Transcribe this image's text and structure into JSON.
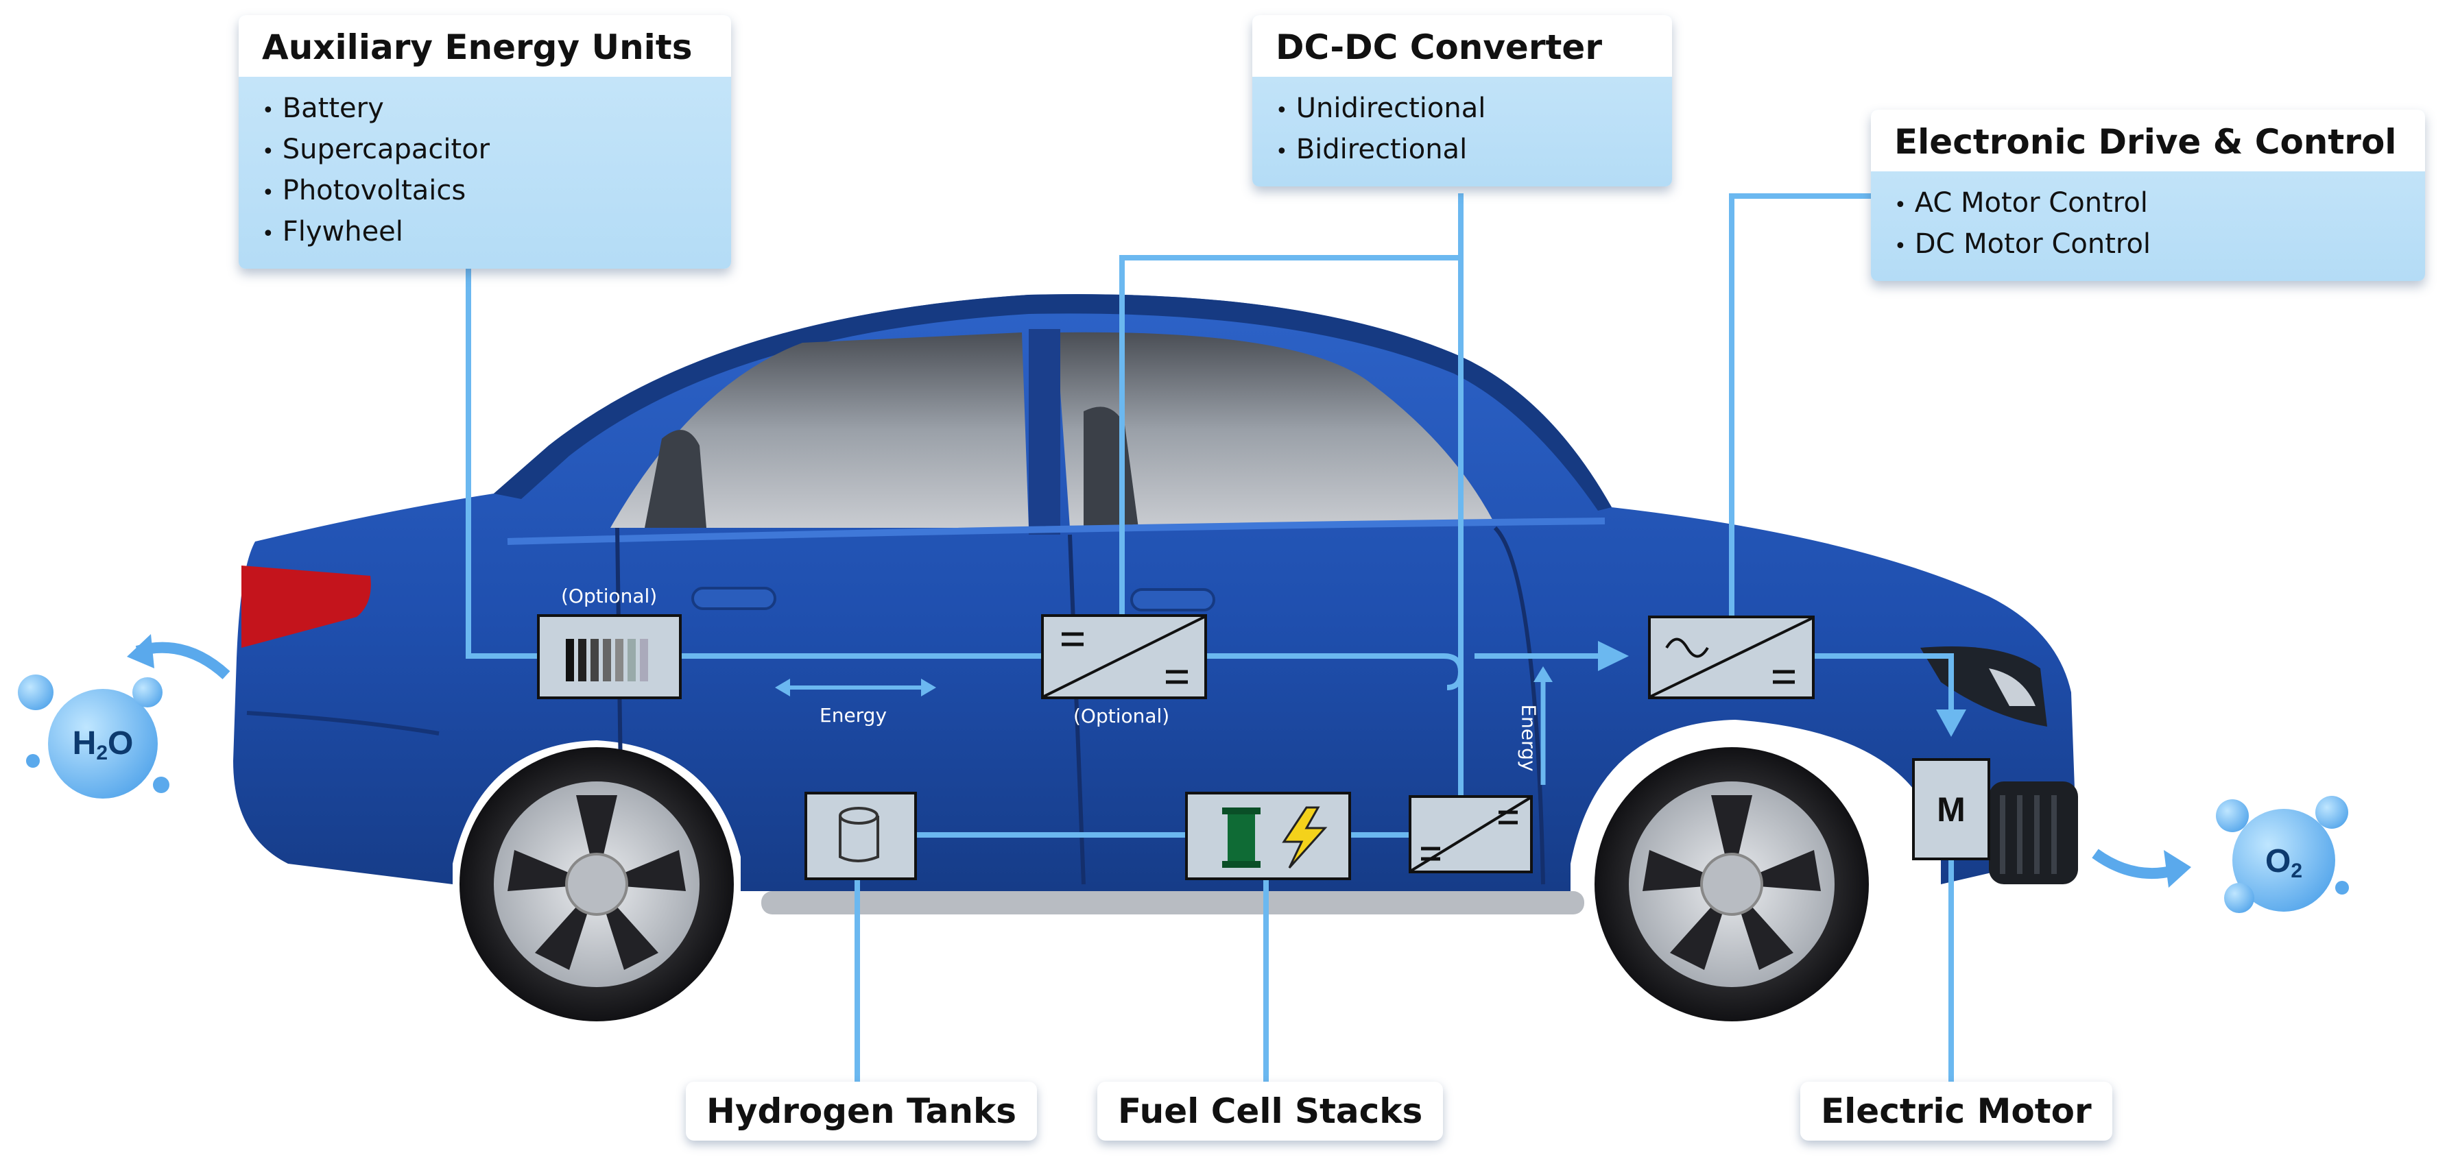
{
  "callouts": {
    "auxiliary": {
      "title": "Auxiliary Energy Units",
      "items": [
        "Battery",
        "Supercapacitor",
        "Photovoltaics",
        "Flywheel"
      ]
    },
    "dcdc": {
      "title": "DC-DC Converter",
      "items": [
        "Unidirectional",
        "Bidirectional"
      ]
    },
    "drive": {
      "title": "Electronic Drive & Control",
      "items": [
        "AC Motor Control",
        "DC Motor Control"
      ]
    }
  },
  "bottom_labels": {
    "hydrogen": "Hydrogen Tanks",
    "fuel_cell": "Fuel Cell Stacks",
    "motor": "Electric Motor"
  },
  "annotations": {
    "optional_battery": "(Optional)",
    "optional_converter": "(Optional)",
    "energy_horizontal": "Energy",
    "energy_vertical": "Energy",
    "motor_letter": "M"
  },
  "molecules": {
    "water_main": "H",
    "water_sub": "2",
    "water_end": "O",
    "oxygen_main": "O",
    "oxygen_sub": "2"
  },
  "colors": {
    "car_body": "#1f4fae",
    "car_dark": "#16397f",
    "line": "#6bb8f0",
    "box": "#c7d2dc",
    "callout": "#c3e4f8"
  }
}
